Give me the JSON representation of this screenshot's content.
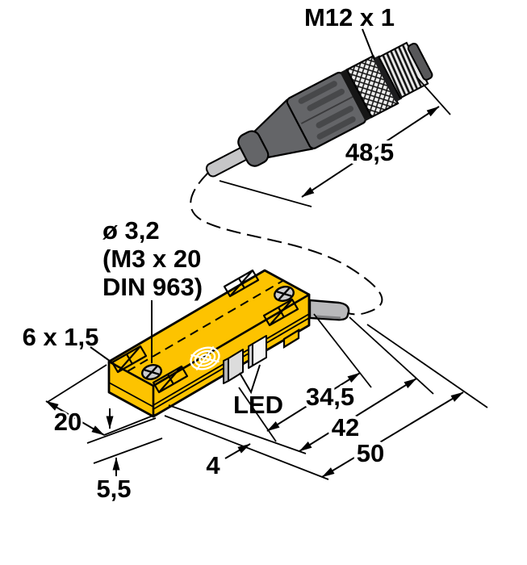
{
  "connector": {
    "thread_label": "M12 x 1",
    "length_dim": "48,5"
  },
  "housing": {
    "screw_hole_note_l1": "ø 3,2",
    "screw_hole_note_l2": "(M3 x 20",
    "screw_hole_note_l3": "DIN 963)",
    "slot_note": "6 x 1,5",
    "led_label": "LED",
    "width_dim": "20",
    "base_height_dim": "5,5",
    "led_offset_dim": "4",
    "led_to_end_dim": "34,5",
    "housing_length_dim": "42",
    "overall_length_dim": "50"
  },
  "colors": {
    "housing_yellow": "#fdc300",
    "connector_gray": "#646568",
    "groove_gray": "#47484a",
    "knurl_light": "#ededed",
    "thread_light": "#e8e8e8",
    "cable_gray": "#c6c6c8",
    "gland_gray": "#b9b9bb",
    "screw_gray": "#cdcdcf",
    "led_window_gray": "#dcdcdc",
    "led_window_lit": "#f7f7f7",
    "outline": "#000000"
  }
}
